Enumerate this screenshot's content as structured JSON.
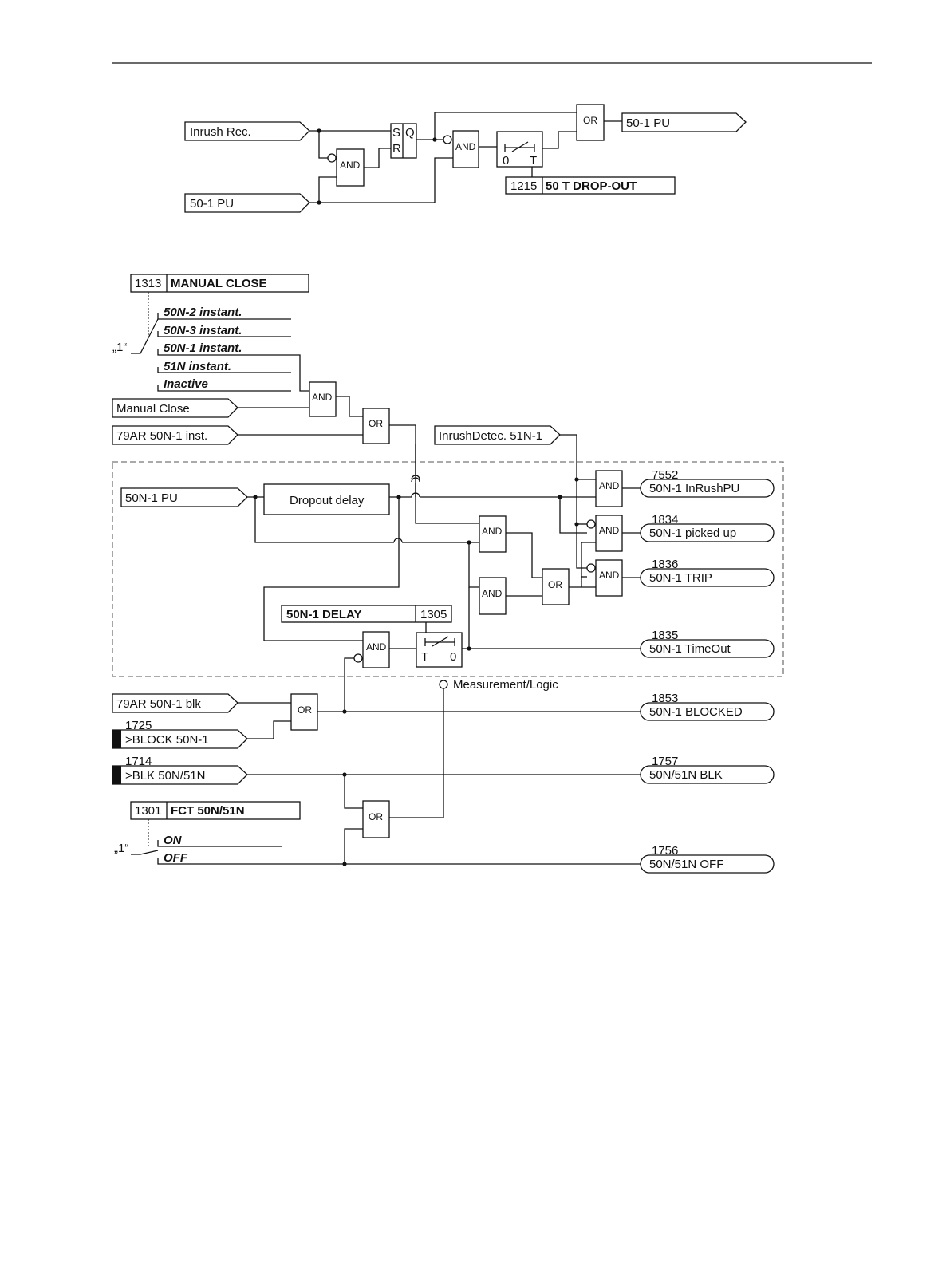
{
  "top_diagram": {
    "in_inrush": "Inrush Rec.",
    "in_pu": "50-1 PU",
    "sr_s": "S",
    "sr_r": "R",
    "sr_q": "Q",
    "and1": "AND",
    "and2": "AND",
    "timer_left": "0",
    "timer_right": "T",
    "or1": "OR",
    "out_pu": "50-1 PU",
    "param_num": "1215",
    "param_name": "50 T DROP-OUT"
  },
  "manual_close": {
    "param_num": "1313",
    "param_name": "MANUAL CLOSE",
    "switch_label": "„1“",
    "options": [
      "50N-2 instant.",
      "50N-3 instant.",
      "50N-1 instant.",
      "51N instant.",
      "Inactive"
    ]
  },
  "inputs": {
    "manual_close": "Manual Close",
    "ar_inst": "79AR 50N-1 inst.",
    "inrush_detec": "InrushDetec. 51N-1",
    "pu": "50N-1 PU",
    "ar_blk": "79AR 50N-1 blk",
    "block_num": "1725",
    "block": ">BLOCK 50N-1",
    "blk_num": "1714",
    "blk": ">BLK 50N/51N"
  },
  "blocks": {
    "dropout": "Dropout delay",
    "delay_param_name": "50N-1 DELAY",
    "delay_param_num": "1305",
    "timer_left": "T",
    "timer_right": "0",
    "and": "AND",
    "or": "OR",
    "measurement": "Measurement/Logic"
  },
  "outputs": [
    {
      "num": "7552",
      "label": "50N-1 InRushPU"
    },
    {
      "num": "1834",
      "label": "50N-1 picked up"
    },
    {
      "num": "1836",
      "label": "50N-1 TRIP"
    },
    {
      "num": "1835",
      "label": "50N-1 TimeOut"
    },
    {
      "num": "1853",
      "label": "50N-1 BLOCKED"
    },
    {
      "num": "1757",
      "label": "50N/51N BLK"
    },
    {
      "num": "1756",
      "label": "50N/51N OFF"
    }
  ],
  "fct": {
    "param_num": "1301",
    "param_name": "FCT 50N/51N",
    "switch_label": "„1“",
    "options": [
      "ON",
      "OFF"
    ]
  }
}
